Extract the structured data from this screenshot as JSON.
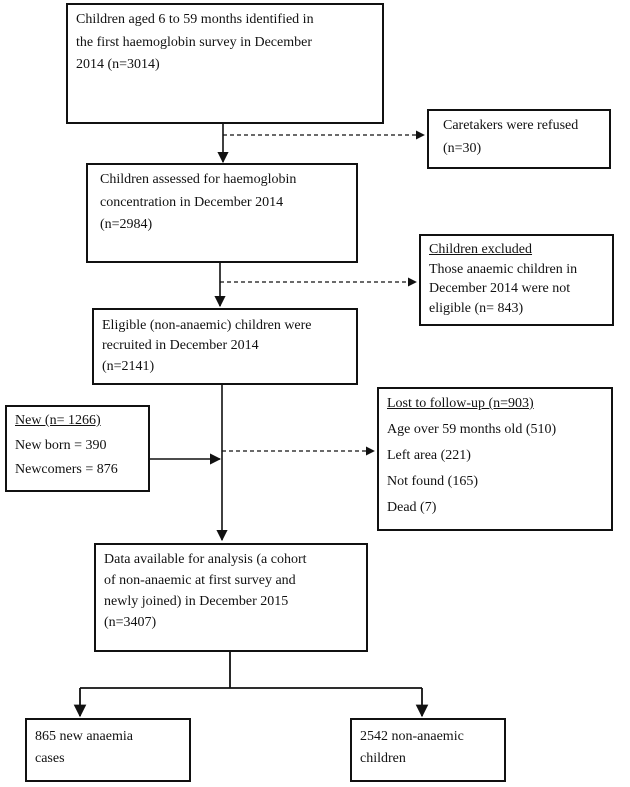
{
  "boxes": {
    "first_survey": {
      "lines": [
        "Children aged 6 to 59 months identified in",
        "the first haemoglobin survey in December",
        "2014  (n=3014)"
      ]
    },
    "refused": {
      "lines": [
        "Caretakers were refused",
        "(n=30)"
      ]
    },
    "assessed": {
      "lines": [
        "Children assessed for  haemoglobin",
        "concentration in December 2014",
        "(n=2984)"
      ]
    },
    "excluded": {
      "heading": "Children excluded",
      "lines": [
        "Those anaemic children in",
        "December 2014 were not",
        "eligible (n= 843)"
      ]
    },
    "eligible": {
      "lines": [
        "Eligible (non-anaemic) children were",
        "recruited in December 2014",
        "(n=2141)"
      ]
    },
    "new": {
      "heading": "New (n= 1266)",
      "lines": [
        "New born = 390",
        "Newcomers = 876"
      ]
    },
    "lost": {
      "heading": "Lost  to follow-up (n=903)",
      "lines": [
        "Age over 59 months old (510)",
        "Left area (221)",
        "Not found (165)",
        "Dead (7)"
      ]
    },
    "analysis": {
      "lines": [
        "Data available for analysis (a cohort",
        "of  non-anaemic at first survey and",
        "newly joined) in December 2015",
        "(n=3407)"
      ]
    },
    "new_cases": {
      "lines": [
        "865  new anaemia",
        "cases"
      ]
    },
    "non_anaemic": {
      "lines": [
        "2542 non-anaemic",
        "children"
      ]
    }
  }
}
